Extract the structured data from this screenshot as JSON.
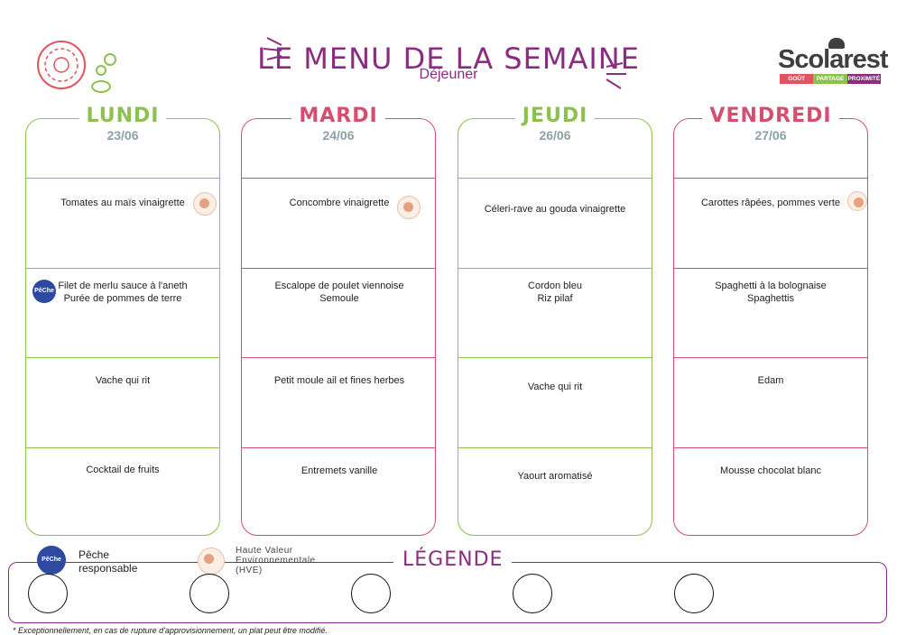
{
  "header": {
    "title": "LE MENU DE LA SEMAINE",
    "subtitle": "Déjeuner"
  },
  "logo": {
    "name": "Scolarest",
    "tagline": [
      "GOÛT",
      "PARTAGE",
      "PROXIMITÉ"
    ]
  },
  "days": [
    {
      "name": "LUNDI",
      "date": "23/06",
      "dishes": [
        {
          "lines": [
            "Tomates au maïs vinaigrette"
          ]
        },
        {
          "lines": [
            "Filet de merlu sauce à l'aneth",
            "Purée de pommes de terre"
          ]
        },
        {
          "lines": [
            "Vache qui rit"
          ]
        },
        {
          "lines": [
            "Cocktail de fruits"
          ]
        }
      ]
    },
    {
      "name": "MARDI",
      "date": "24/06",
      "dishes": [
        {
          "lines": [
            "Concombre vinaigrette"
          ]
        },
        {
          "lines": [
            "Escalope de poulet viennoise",
            "Semoule"
          ]
        },
        {
          "lines": [
            "Petit moule ail et fines herbes"
          ]
        },
        {
          "lines": [
            "Entremets vanille"
          ]
        }
      ]
    },
    {
      "name": "JEUDI",
      "date": "26/06",
      "dishes": [
        {
          "lines": [
            "Céleri-rave au gouda vinaigrette"
          ]
        },
        {
          "lines": [
            "Cordon bleu",
            "Riz pilaf"
          ]
        },
        {
          "lines": [
            "Vache qui rit"
          ]
        },
        {
          "lines": [
            "Yaourt aromatisé"
          ]
        }
      ]
    },
    {
      "name": "VENDREDI",
      "date": "27/06",
      "dishes": [
        {
          "lines": [
            "Carottes râpées, pommes verte"
          ]
        },
        {
          "lines": [
            "Spaghetti à la bolognaise",
            "Spaghettis"
          ]
        },
        {
          "lines": [
            "Edam"
          ]
        },
        {
          "lines": [
            "Mousse chocolat blanc"
          ]
        }
      ]
    }
  ],
  "badges": {
    "peche_label": "PêChe"
  },
  "legend": {
    "title": "LÉGENDE",
    "items": [
      {
        "label": "Pêche responsable",
        "icon": "peche-responsable-icon"
      },
      {
        "label": "Haute Valeur Environnementale (HVE)",
        "icon": "hve-icon"
      }
    ]
  },
  "footnote": "* Exceptionnellement, en cas de rupture d'approvisionnement, un plat peut être modifié.",
  "colors": {
    "purple": "#8a2c80",
    "green": "#8cc152",
    "pink": "#d64d72",
    "date_grey": "#8ca0a6"
  }
}
